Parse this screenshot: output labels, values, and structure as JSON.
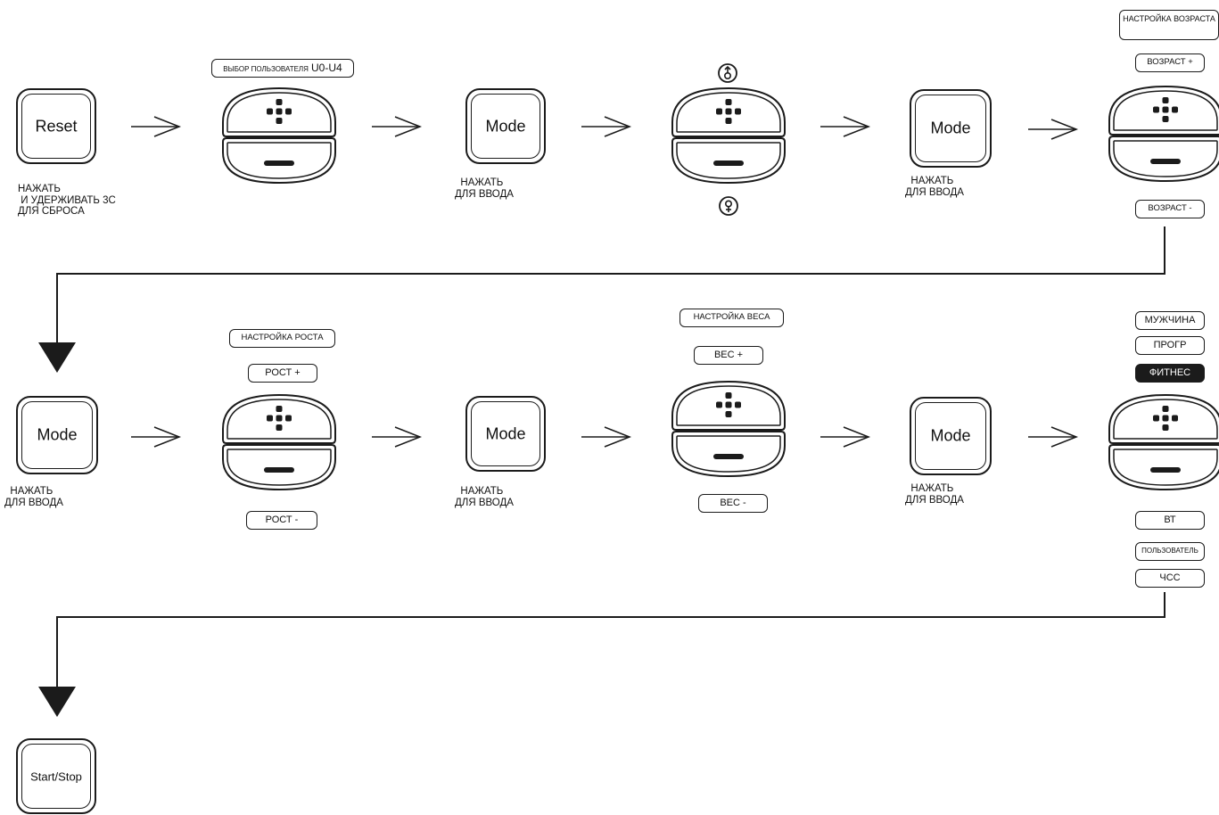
{
  "keys": {
    "reset": "Reset",
    "mode": "Mode",
    "start_stop": "Start/Stop"
  },
  "row1": {
    "reset_caption": "НАЖАТЬ\n И УДЕРЖИВАТЬ 3С\nДЛЯ СБРОСА",
    "user_select_small": "ВЫБОР ПОЛЬЗОВАТЕЛЯ",
    "user_select_big": "U0-U4",
    "mode_caption": "  НАЖАТЬ\nДЛЯ ВВОДА",
    "male_icon": "male-symbol-icon",
    "female_icon": "female-symbol-icon",
    "age_setting": "НАСТРОЙКА ВОЗРАСТА",
    "age_plus": "ВОЗРАСТ +",
    "age_minus": "ВОЗРАСТ -"
  },
  "row2": {
    "mode_caption": "  НАЖАТЬ\nДЛЯ ВВОДА",
    "height_setting": "НАСТРОЙКА РОСТА",
    "height_plus": "РОСТ +",
    "height_minus": "РОСТ -",
    "weight_setting": "НАСТРОЙКА ВЕСА",
    "weight_plus": "ВЕС +",
    "weight_minus": "ВЕС -",
    "programs_top": [
      "МУЖЧИНА",
      "ПРОГР",
      "ФИТНЕС"
    ],
    "programs_bottom": [
      "ВТ",
      "ПОЛЬЗОВАТЕЛЬ",
      "ЧСС"
    ]
  },
  "colors": {
    "ink": "#1b1b1b",
    "background": "#ffffff"
  }
}
